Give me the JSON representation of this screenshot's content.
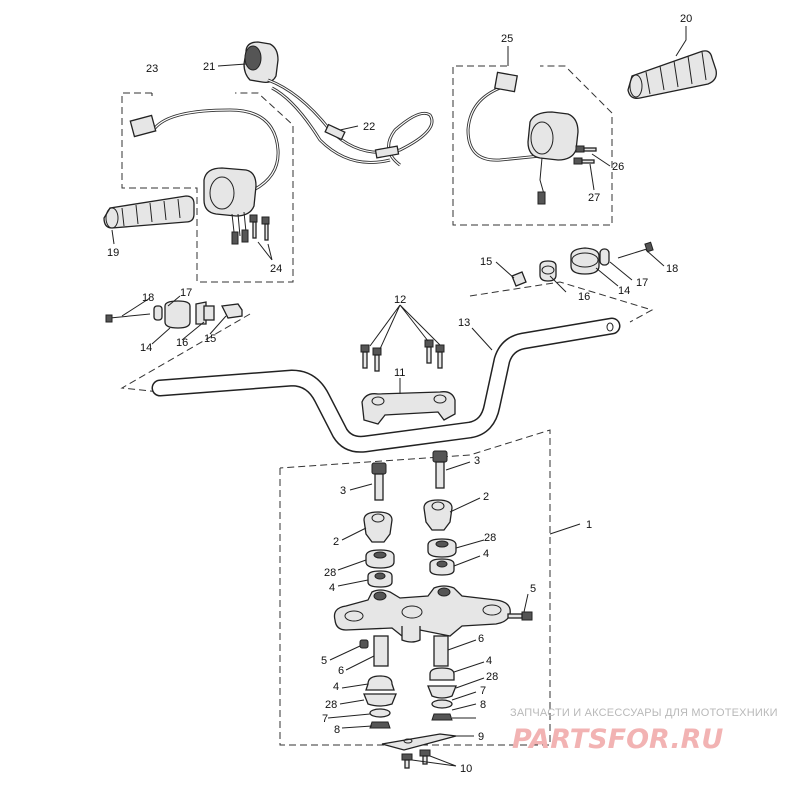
{
  "labels": {
    "l1": "1",
    "l2a": "2",
    "l2b": "2",
    "l3a": "3",
    "l3b": "3",
    "l4a": "4",
    "l4b": "4",
    "l4c": "4",
    "l4d": "4",
    "l5a": "5",
    "l5b": "5",
    "l6a": "6",
    "l6b": "6",
    "l7a": "7",
    "l7b": "7",
    "l8a": "8",
    "l8b": "8",
    "l9": "9",
    "l10": "10",
    "l11": "11",
    "l12": "12",
    "l13": "13",
    "l14a": "14",
    "l14b": "14",
    "l15a": "15",
    "l15b": "15",
    "l16a": "16",
    "l16b": "16",
    "l17a": "17",
    "l17b": "17",
    "l18a": "18",
    "l18b": "18",
    "l19": "19",
    "l20": "20",
    "l21": "21",
    "l22": "22",
    "l23": "23",
    "l24": "24",
    "l25": "25",
    "l26": "26",
    "l27": "27",
    "l28a": "28",
    "l28b": "28",
    "l28c": "28",
    "l28d": "28"
  },
  "watermark": {
    "caption": "ЗАПЧАСТИ И АКСЕССУАРЫ ДЛЯ МОТОТЕХНИКИ",
    "logo": "PARTSFOR.RU"
  },
  "colors": {
    "watermark_logo": "#f2b3b3",
    "watermark_caption": "#b9b9b9"
  }
}
